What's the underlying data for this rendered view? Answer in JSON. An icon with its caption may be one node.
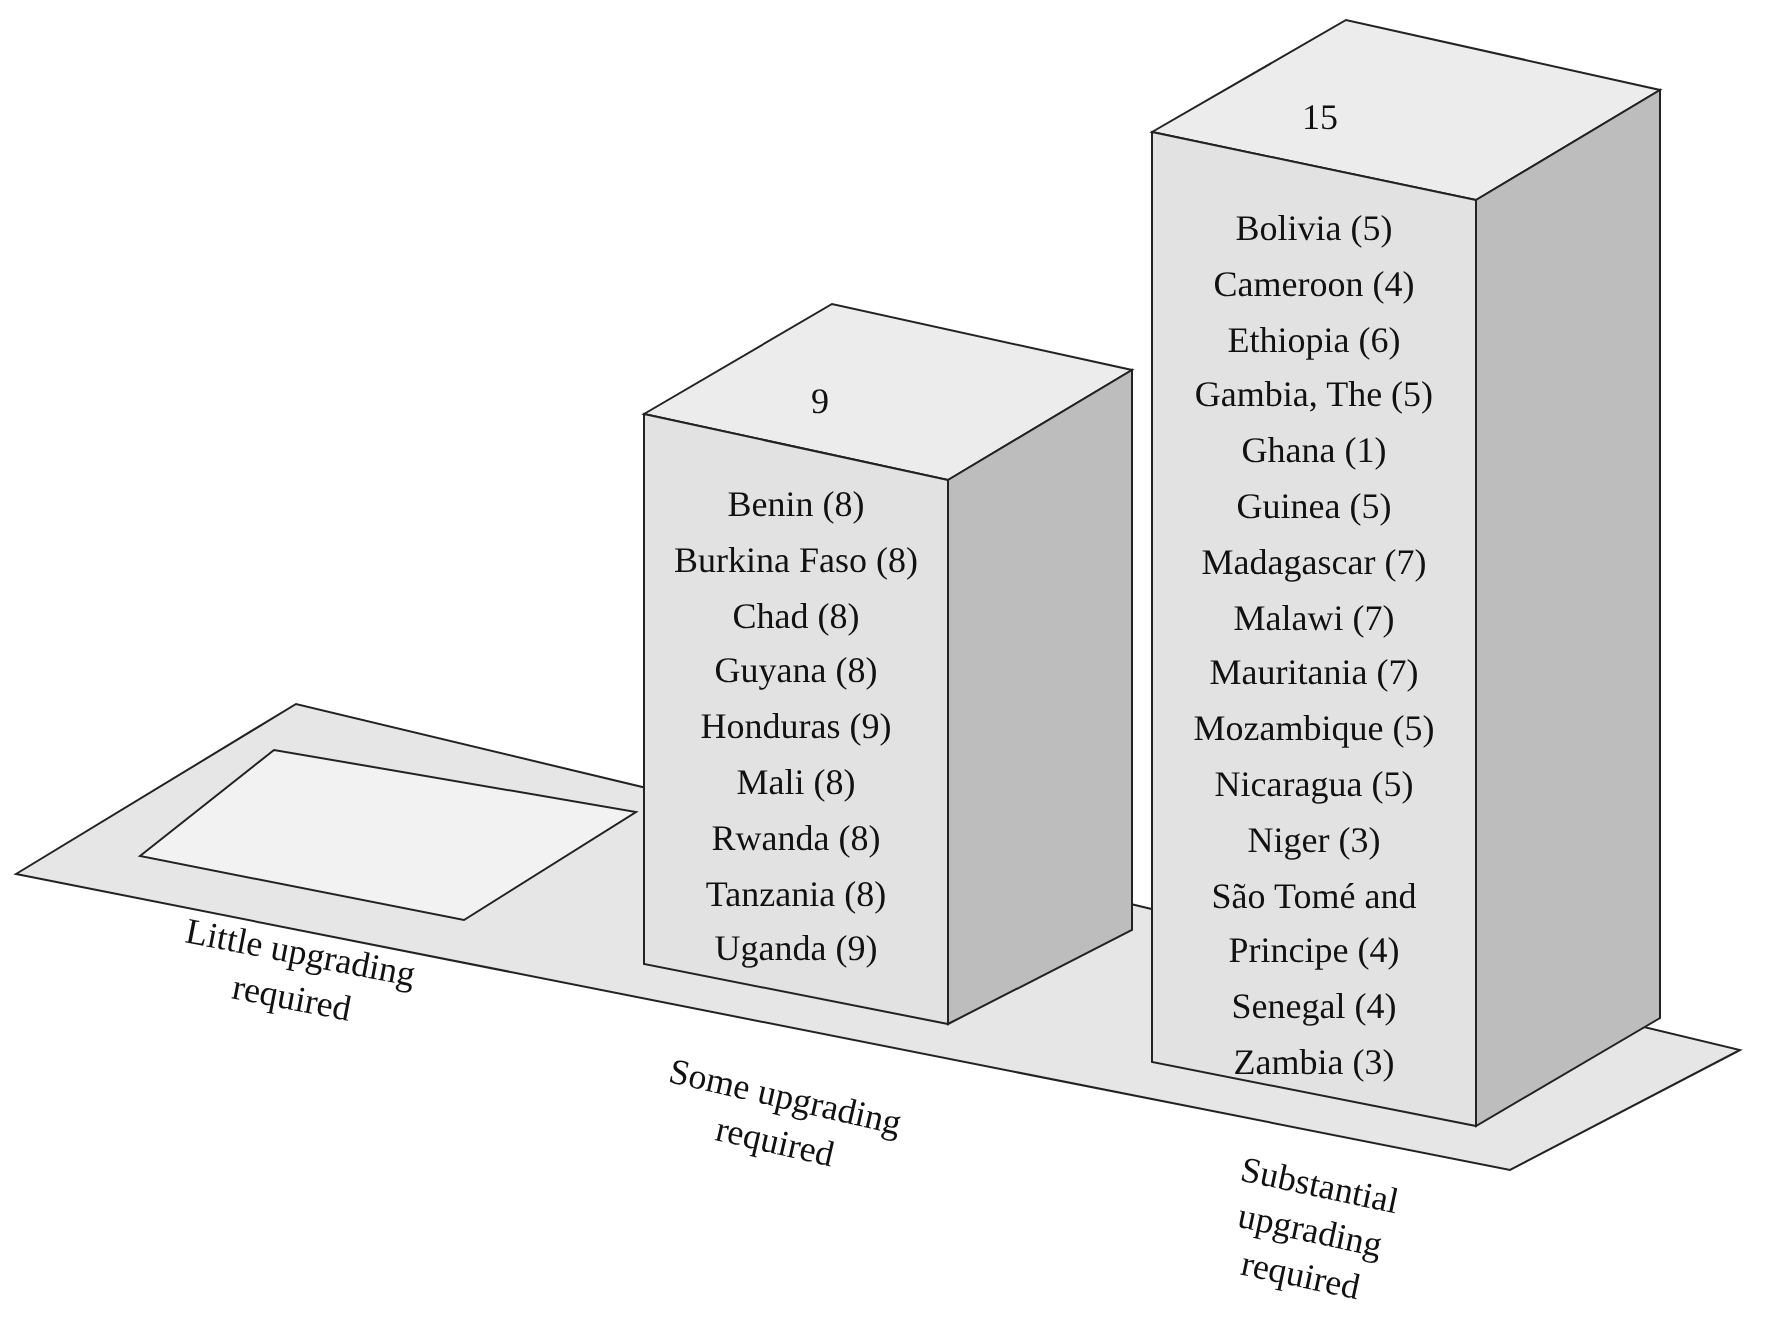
{
  "diagram": {
    "nodes": [
      {
        "text": [],
        "shape": "box",
        "beside": [
          "Little upgrading required"
        ]
      },
      {
        "text": [
          "9",
          "Benin (8)",
          "Burkina Faso (8)",
          "Chad (8)",
          "Guyana (8)",
          "Honduras (9)",
          "Mali (8)",
          "Rwanda (8)",
          "Tanzania (8)",
          "Uganda (9)"
        ],
        "beside": [
          "Some upgrading required"
        ]
      },
      {
        "text": [
          "15",
          "Bolivia (5)",
          "Cameroon (4)",
          "Ethiopia (6)",
          "Gambia, The (5)",
          "Ghana (1)",
          "Guinea (5)",
          "Madagascar (7)",
          "Malawi (7)",
          "Mauritania (7)",
          "Mozambique (5)",
          "Nicaragua (5)",
          "Niger (3)",
          "São Tomé and Principe (4)",
          "Senegal (4)",
          "Zambia (3)"
        ],
        "beside": [
          "Substantial upgrading required"
        ]
      }
    ],
    "edges": []
  }
}
